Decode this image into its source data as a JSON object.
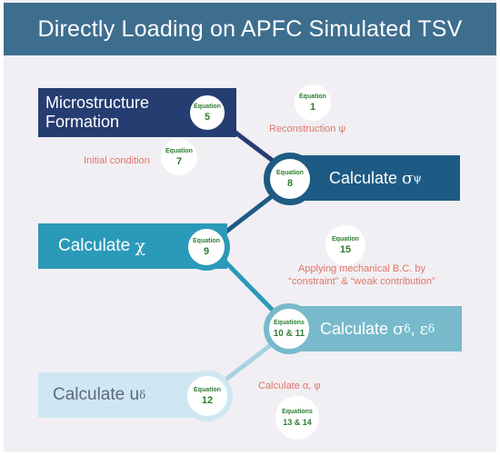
{
  "title": "Directly Loading on APFC Simulated TSV",
  "boxes": {
    "micro": "Microstructure Formation",
    "sigma_psi_prefix": "Calculate ",
    "sigma_psi_symbol": "σ",
    "sigma_psi_sup": "ψ",
    "chi_prefix": "Calculate ",
    "chi_symbol": "χ",
    "sigma_d_prefix": "Calculate ",
    "sigma_d_symbol": "σ",
    "sigma_d_sup": "δ",
    "sigma_d_sep": ", ",
    "eps_d_symbol": "ε",
    "eps_d_sup": "δ",
    "u_prefix": "Calculate u",
    "u_sup": "δ"
  },
  "equations": {
    "label": "Equation",
    "label_plural": "Equations",
    "e5": "5",
    "e1": "1",
    "e7": "7",
    "e8": "8",
    "e9": "9",
    "e15": "15",
    "e10_11": "10 & 11",
    "e12": "12",
    "e13_14": "13 & 14"
  },
  "notes": {
    "reconstruction": "Reconstruction ψ",
    "initial": "Initial condition",
    "mech_line1": "Applying mechanical B.C. by",
    "mech_line2": "“constraint” & “weak contribution”",
    "alpha_phi": "Calculate α, φ"
  },
  "colors": {
    "banner": "#3e6e8e",
    "dark_navy": "#263d72",
    "navy_blue": "#1e5b84",
    "teal": "#2a9ab8",
    "light_teal": "#78bacc",
    "pale_blue": "#cfe7f3",
    "equation_text": "#2e7d32",
    "note_text": "#e0766a"
  }
}
